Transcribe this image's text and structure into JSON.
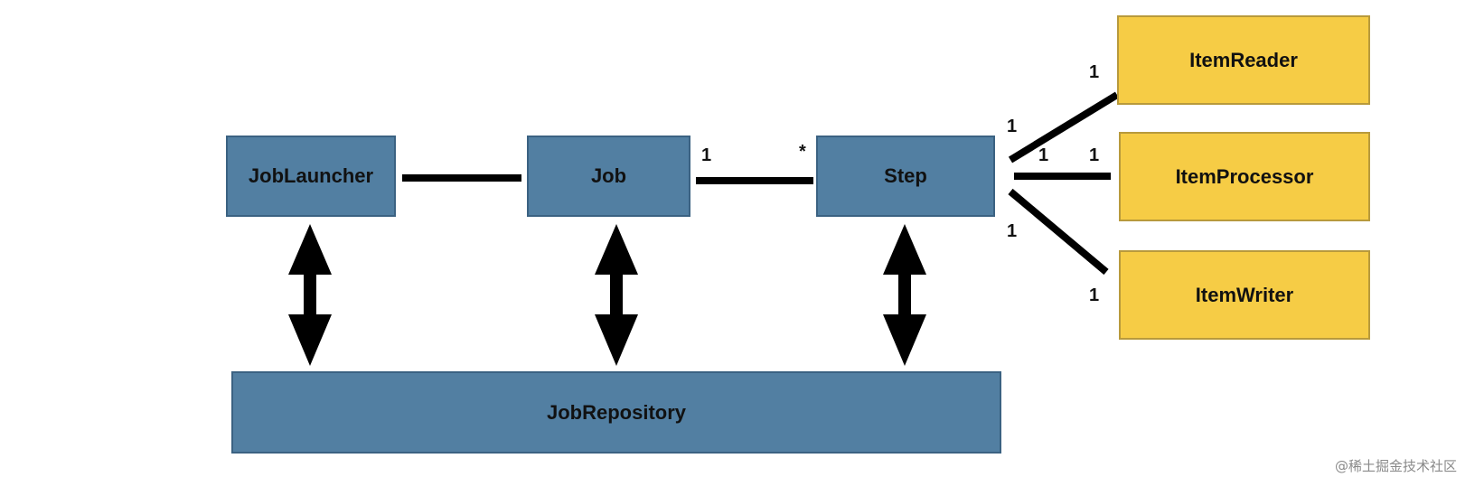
{
  "diagram": {
    "boxes": {
      "job_launcher": "JobLauncher",
      "job": "Job",
      "step": "Step",
      "job_repository": "JobRepository",
      "item_reader": "ItemReader",
      "item_processor": "ItemProcessor",
      "item_writer": "ItemWriter"
    },
    "multiplicities": {
      "job_end": "1",
      "step_end": "*",
      "step_reader": "1",
      "reader_end": "1",
      "step_processor": "1",
      "processor_end": "1",
      "step_writer": "1",
      "writer_end": "1"
    },
    "colors": {
      "blue_box": "#527fa2",
      "yellow_box": "#f6cc45",
      "connector": "#000000"
    }
  },
  "watermark": "@稀土掘金技术社区"
}
